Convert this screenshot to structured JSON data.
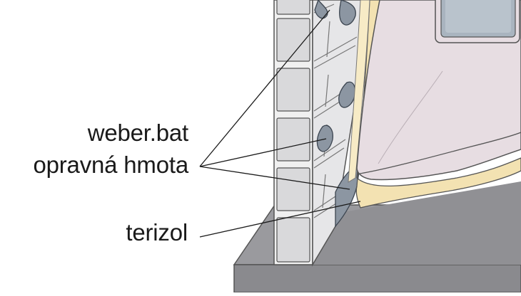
{
  "labels": {
    "weber_bat": "weber.bat",
    "opravna_hmota": "opravná hmota",
    "terizol": "terizol"
  },
  "colors": {
    "brick": "#d8d8da",
    "mortar": "#f2f2f2",
    "plaster": "#e4e4e6",
    "repair_patch": "#8c96a2",
    "yellow_layer": "#f3e2b2",
    "membrane": "#e7dde2",
    "window": "#a9b4bf",
    "floor_slab": "#8f8f93",
    "slab_edge": "#a6a6aa",
    "leader_line": "#1a1a1a"
  }
}
